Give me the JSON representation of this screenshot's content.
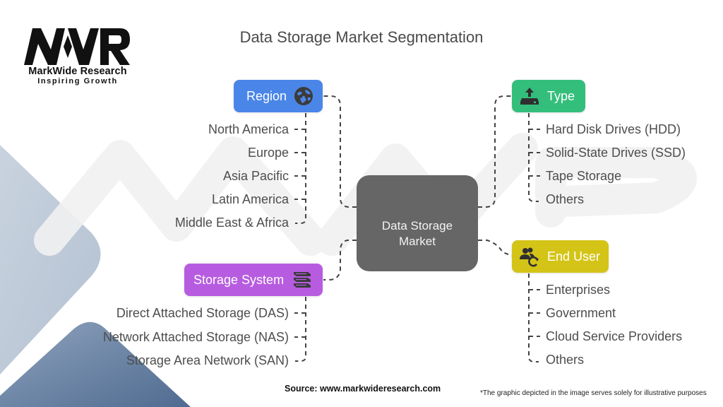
{
  "brand": {
    "logo_text": "MWR",
    "name": "MarkWide Research",
    "tagline": "Inspiring Growth"
  },
  "title": "Data Storage Market Segmentation",
  "center": {
    "label": "Data Storage Market",
    "color": "#666666"
  },
  "categories": {
    "region": {
      "label": "Region",
      "icon": "globe-icon",
      "color": "#4a86e8",
      "items": [
        "North America",
        "Europe",
        "Asia Pacific",
        "Latin America",
        "Middle East & Africa"
      ]
    },
    "type": {
      "label": "Type",
      "icon": "hard-drive-upload-icon",
      "color": "#34be7c",
      "items": [
        "Hard Disk Drives (HDD)",
        "Solid-State Drives (SSD)",
        "Tape Storage",
        "Others"
      ]
    },
    "end_user": {
      "label": "End User",
      "icon": "users-refresh-icon",
      "color": "#d4c417",
      "items": [
        "Enterprises",
        "Government",
        "Cloud Service Providers",
        "Others"
      ]
    },
    "storage_system": {
      "label": "Storage System",
      "icon": "server-stack-icon",
      "color": "#b75ce0",
      "items": [
        "Direct Attached Storage (DAS)",
        "Network Attached Storage (NAS)",
        "Storage Area Network (SAN)"
      ]
    }
  },
  "footer": {
    "source": "Source: www.markwideresearch.com",
    "disclaimer": "*The graphic depicted in the image serves solely for illustrative purposes"
  }
}
